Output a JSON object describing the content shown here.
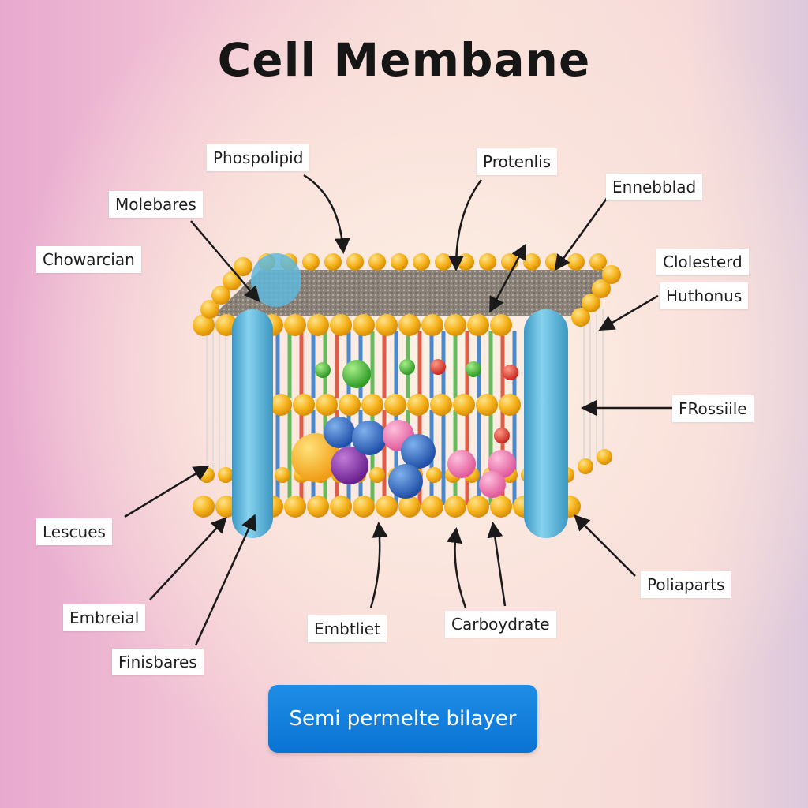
{
  "title": "Cell Membane",
  "labels": {
    "phospolipid": "Phospolipid",
    "protenlis": "Protenlis",
    "molebares": "Molebares",
    "ennebblad": "Ennebblad",
    "chowarcian": "Chowarcian",
    "clolesterd": "Clolesterd",
    "huthonus": "Huthonus",
    "frossiile": "FRossiile",
    "lescues": "Lescues",
    "poliaparts": "Poliaparts",
    "embreial": "Embreial",
    "embtliet": "Embtliet",
    "carboydrate": "Carboydrate",
    "finisbares": "Finisbares"
  },
  "button": {
    "label": "Semi permelte bilayer"
  },
  "colors": {
    "head": "#f6b31c",
    "protein_channel": "#5fb8dc",
    "surface": "#8a8279",
    "button": "#0f7ad8",
    "tail_red": "#d9442e",
    "tail_green": "#4fb04a",
    "tail_blue": "#2e77c9"
  }
}
